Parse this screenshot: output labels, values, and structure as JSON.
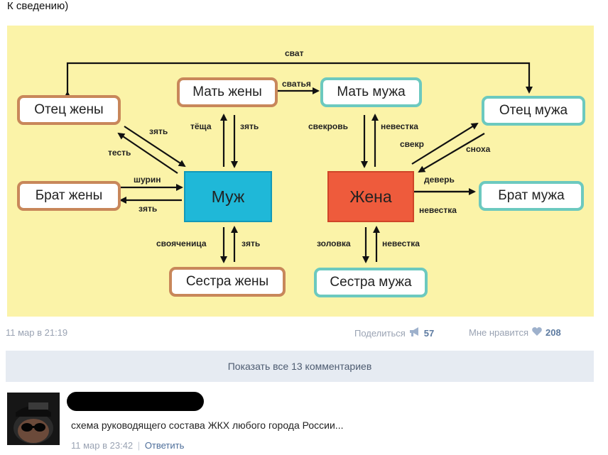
{
  "post": {
    "text": "К сведению)",
    "date": "11 мар в 21:19",
    "share_label": "Поделиться",
    "share_count": "57",
    "like_label": "Мне нравится",
    "like_count": "208",
    "show_comments": "Показать все 13 комментариев"
  },
  "diagram": {
    "nodes": {
      "wife_father": "Отец жены",
      "wife_mother": "Мать жены",
      "husband_mother": "Мать мужа",
      "husband_father": "Отец мужа",
      "wife_brother": "Брат жены",
      "husband": "Муж",
      "wife": "Жена",
      "husband_brother": "Брат мужа",
      "wife_sister": "Сестра жены",
      "husband_sister": "Сестра мужа"
    },
    "labels": {
      "svat": "сват",
      "svatya": "сватья",
      "zyat_father": "зять",
      "test": "тесть",
      "tyoshcha": "тёща",
      "zyat_mother": "зять",
      "svekrov": "свекровь",
      "nevestka_mother": "невестка",
      "svekr": "свекр",
      "snokha": "сноха",
      "shurin": "шурин",
      "zyat_brother": "зять",
      "dever": "деверь",
      "nevestka_brother": "невестка",
      "svoyachnitsa": "свояченица",
      "zyat_sister": "зять",
      "zolovka": "золовка",
      "nevestka_sister": "невестка"
    },
    "colors": {
      "background": "#fbf3a8",
      "wife_side_border": "#c8875a",
      "husband_side_border": "#6cc9bf",
      "husband_fill": "#1fb8d8",
      "wife_fill": "#ee5b3c"
    }
  },
  "comment": {
    "text": "схема руководящего состава ЖКХ любого города России...",
    "date": "11 мар в 23:42",
    "separator": "|",
    "reply_label": "Ответить"
  },
  "icons": {
    "share": "megaphone-icon",
    "like": "heart-icon"
  }
}
